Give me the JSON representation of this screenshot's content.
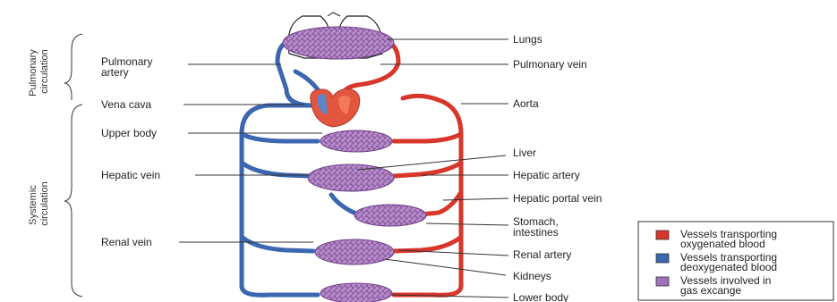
{
  "sections": {
    "pulmonary": [
      "Pulmonary",
      "circulation"
    ],
    "systemic": [
      "Systemic",
      "circulation"
    ]
  },
  "left_labels": {
    "pulmonary_artery": [
      "Pulmonary",
      "artery"
    ],
    "vena_cava": "Vena cava",
    "upper_body": "Upper body",
    "hepatic_vein": "Hepatic vein",
    "renal_vein": "Renal vein"
  },
  "right_labels": {
    "lungs": "Lungs",
    "pulmonary_vein": "Pulmonary vein",
    "aorta": "Aorta",
    "liver": "Liver",
    "hepatic_artery": "Hepatic artery",
    "hepatic_portal_vein": "Hepatic portal vein",
    "stomach_intestines": [
      "Stomach,",
      "intestines"
    ],
    "renal_artery": "Renal artery",
    "kidneys": "Kidneys",
    "lower_body": "Lower body"
  },
  "legend": [
    {
      "lines": [
        "Vessels transporting",
        "oxygenated blood"
      ],
      "color": "#d8362a"
    },
    {
      "lines": [
        "Vessels transporting",
        "deoxygenated blood"
      ],
      "color": "#3b66b0"
    },
    {
      "lines": [
        "Vessels involved in",
        "gas excange"
      ],
      "color": "#a070b8"
    }
  ],
  "colors": {
    "oxygenated": "#d8362a",
    "deoxygenated": "#3b66b0",
    "exchange": "#9b6bb5"
  }
}
